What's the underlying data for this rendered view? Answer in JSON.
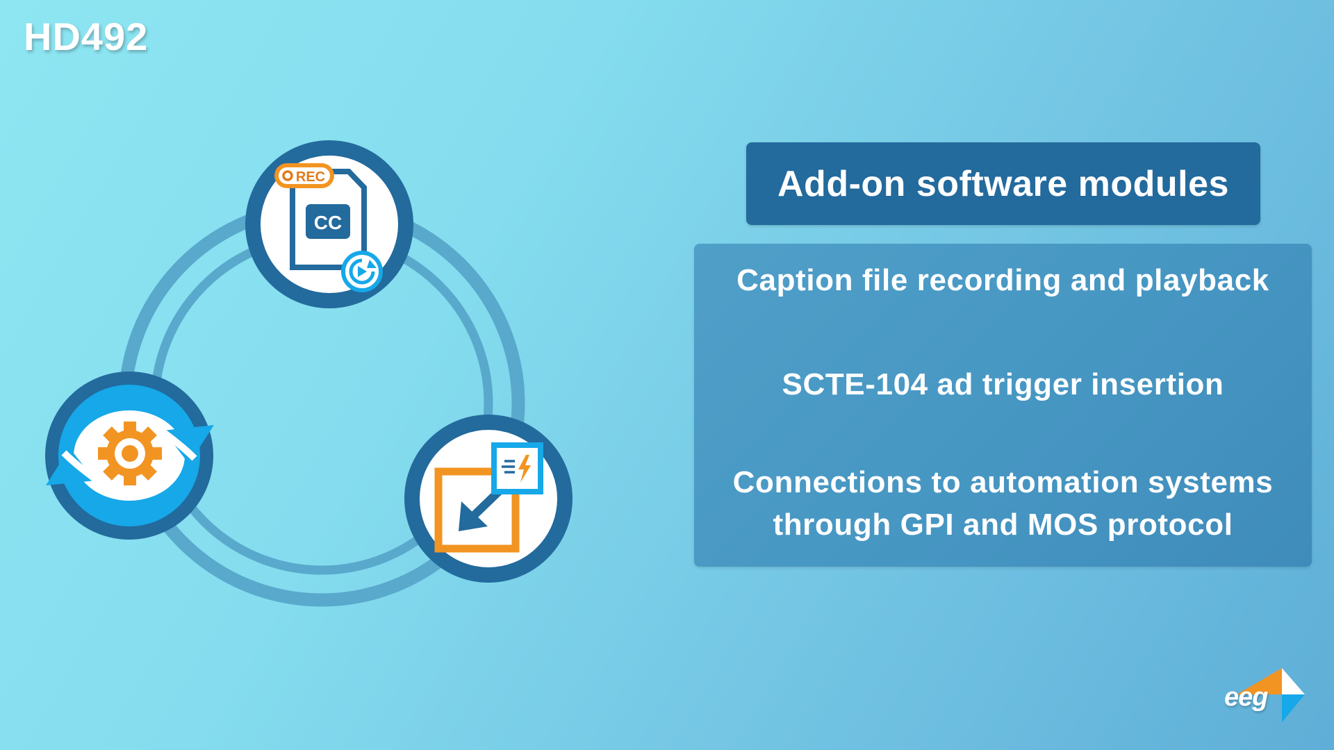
{
  "brand": {
    "model": "HD492"
  },
  "header": {
    "title": "Add-on software modules"
  },
  "modules": [
    {
      "label": "Caption file recording and playback"
    },
    {
      "label": "SCTE-104 ad trigger insertion"
    },
    {
      "label_line1": "Connections to automation systems",
      "label_line2": "through GPI and MOS protocol"
    }
  ],
  "diagram": {
    "icons": [
      {
        "name": "caption-file-record-icon",
        "badge": "REC",
        "file_label": "CC"
      },
      {
        "name": "settings-sync-icon"
      },
      {
        "name": "automation-import-icon"
      }
    ]
  },
  "logo": {
    "text": "eeg"
  },
  "colors": {
    "dark_blue": "#236a9d",
    "ring": "#58a9cc",
    "light_blue": "#16a8e8",
    "orange": "#f29422",
    "white": "#ffffff"
  }
}
